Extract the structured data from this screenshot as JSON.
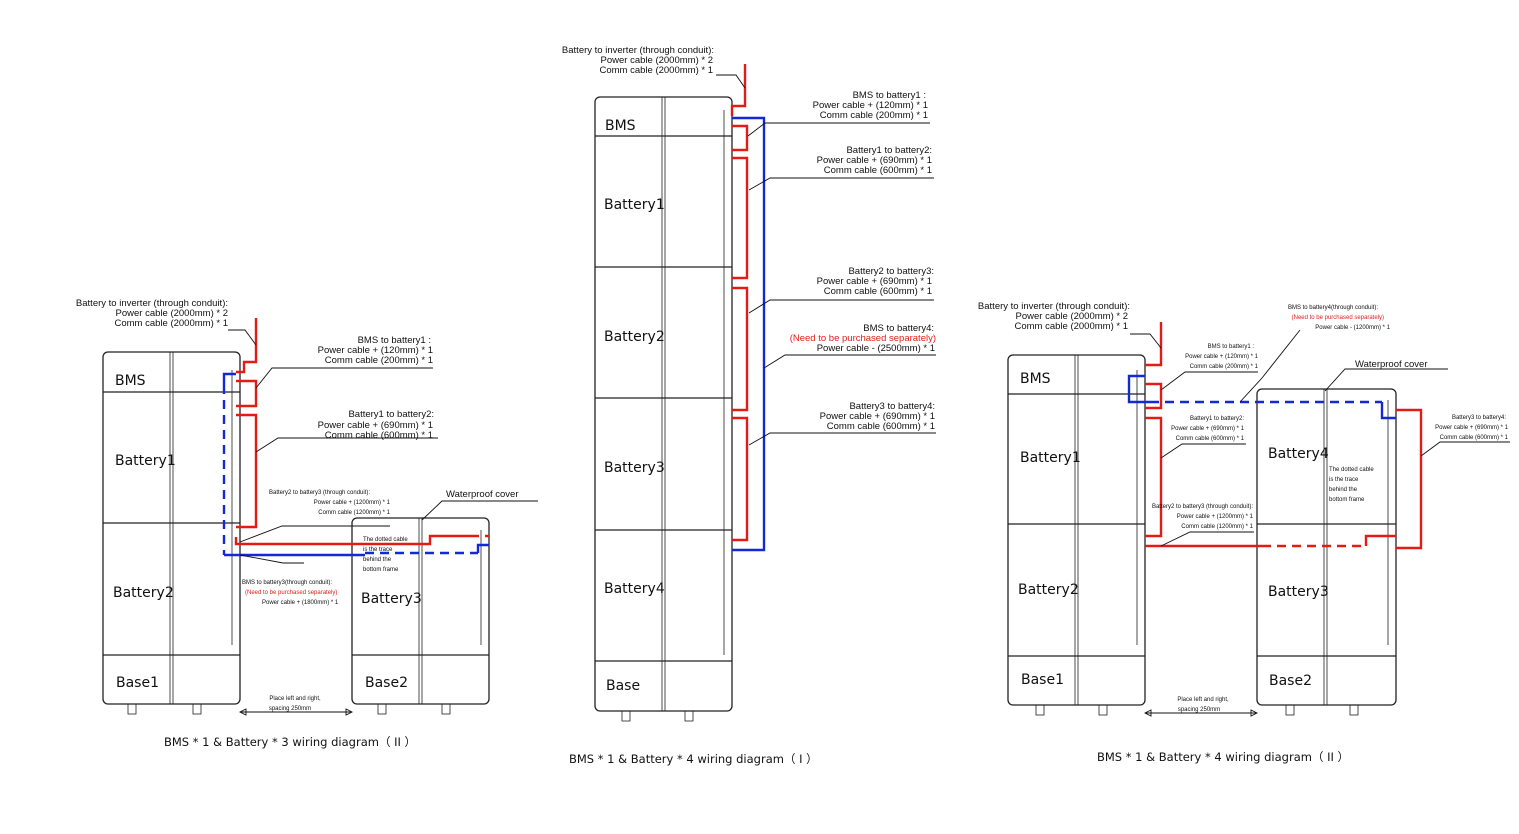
{
  "colors": {
    "power_cable": "#e31b14",
    "comm_cable": "#1528d6",
    "separate_purchase_note": "#e0201b"
  },
  "diagram_left": {
    "caption": "BMS * 1 & Battery  * 3 wiring diagram（ II ）",
    "modules": {
      "bms": "BMS",
      "battery1": "Battery1",
      "battery2": "Battery2",
      "battery3": "Battery3",
      "base1": "Base1",
      "base2": "Base2"
    },
    "note_inverter": [
      "Battery to inverter (through conduit):",
      "Power cable (2000mm) * 2",
      "Comm cable (2000mm) * 1"
    ],
    "note_bms_b1": [
      "BMS  to battery1 :",
      "Power cable + (120mm) * 1",
      "Comm cable (200mm) * 1"
    ],
    "note_b1_b2": [
      "Battery1  to battery2:",
      "Power cable + (690mm) * 1",
      "Comm cable (600mm) * 1"
    ],
    "note_b2_b3": [
      "Battery2  to battery3 (through conduit):",
      "Power cable + (1200mm) * 1",
      "Comm cable (1200mm) * 1"
    ],
    "note_bms_b3": [
      "BMS  to battery3(through conduit):",
      "(Need to be purchased separately)",
      "Power cable + (1800mm) * 1"
    ],
    "waterproof": "Waterproof cover",
    "dotted_note": [
      "The dotted cable",
      "is the trace",
      "behind the",
      "bottom frame"
    ],
    "spacing_note": [
      "Place left and right,",
      "spacing 250mm"
    ]
  },
  "diagram_middle": {
    "caption": "BMS * 1 & Battery  * 4 wiring diagram（ I ）",
    "modules": {
      "bms": "BMS",
      "battery1": "Battery1",
      "battery2": "Battery2",
      "battery3": "Battery3",
      "battery4": "Battery4",
      "base": "Base"
    },
    "note_inverter": [
      "Battery to inverter (through conduit):",
      "Power cable (2000mm) * 2",
      "Comm cable (2000mm) * 1"
    ],
    "note_bms_b1": [
      "BMS  to battery1 :",
      "Power cable + (120mm) * 1",
      "Comm cable (200mm) * 1"
    ],
    "note_b1_b2": [
      "Battery1  to battery2:",
      "Power cable + (690mm) * 1",
      "Comm cable (600mm) * 1"
    ],
    "note_b2_b3": [
      "Battery2  to battery3:",
      "Power cable + (690mm) * 1",
      "Comm cable (600mm) * 1"
    ],
    "note_bms_b4": [
      "BMS  to battery4:",
      "(Need to be purchased separately)",
      "Power cable - (2500mm) * 1"
    ],
    "note_b3_b4": [
      "Battery3  to battery4:",
      "Power cable + (690mm) * 1",
      "Comm cable (600mm) * 1"
    ]
  },
  "diagram_right": {
    "caption": "BMS * 1 & Battery  * 4 wiring diagram（ II ）",
    "modules": {
      "bms": "BMS",
      "battery1": "Battery1",
      "battery2": "Battery2",
      "battery3": "Battery3",
      "battery4": "Battery4",
      "base1": "Base1",
      "base2": "Base2"
    },
    "note_inverter": [
      "Battery to inverter (through conduit):",
      "Power cable (2000mm) * 2",
      "Comm cable (2000mm) * 1"
    ],
    "note_bms_b4": [
      "BMS  to battery4(through  conduit):",
      "(Need to be purchased separately)",
      "Power cable - (1200mm) * 1"
    ],
    "note_bms_b1": [
      "BMS  to battery1 :",
      "Power cable + (120mm) * 1",
      "Comm cable (200mm) * 1"
    ],
    "note_b1_b2": [
      "Battery1  to battery2:",
      "Power cable + (690mm) * 1",
      "Comm cable (600mm) * 1"
    ],
    "note_b2_b3": [
      "Battery2  to battery3 (through conduit):",
      "Power cable + (1200mm) * 1",
      "Comm cable (1200mm) * 1"
    ],
    "note_b3_b4": [
      "Battery3  to battery4:",
      "Power cable + (690mm) * 1",
      "Comm cable (600mm) * 1"
    ],
    "waterproof": "Waterproof cover",
    "dotted_note": [
      "The dotted cable",
      "is the trace",
      "behind the",
      "bottom frame"
    ],
    "spacing_note": [
      "Place left and right,",
      "spacing 250mm"
    ]
  }
}
